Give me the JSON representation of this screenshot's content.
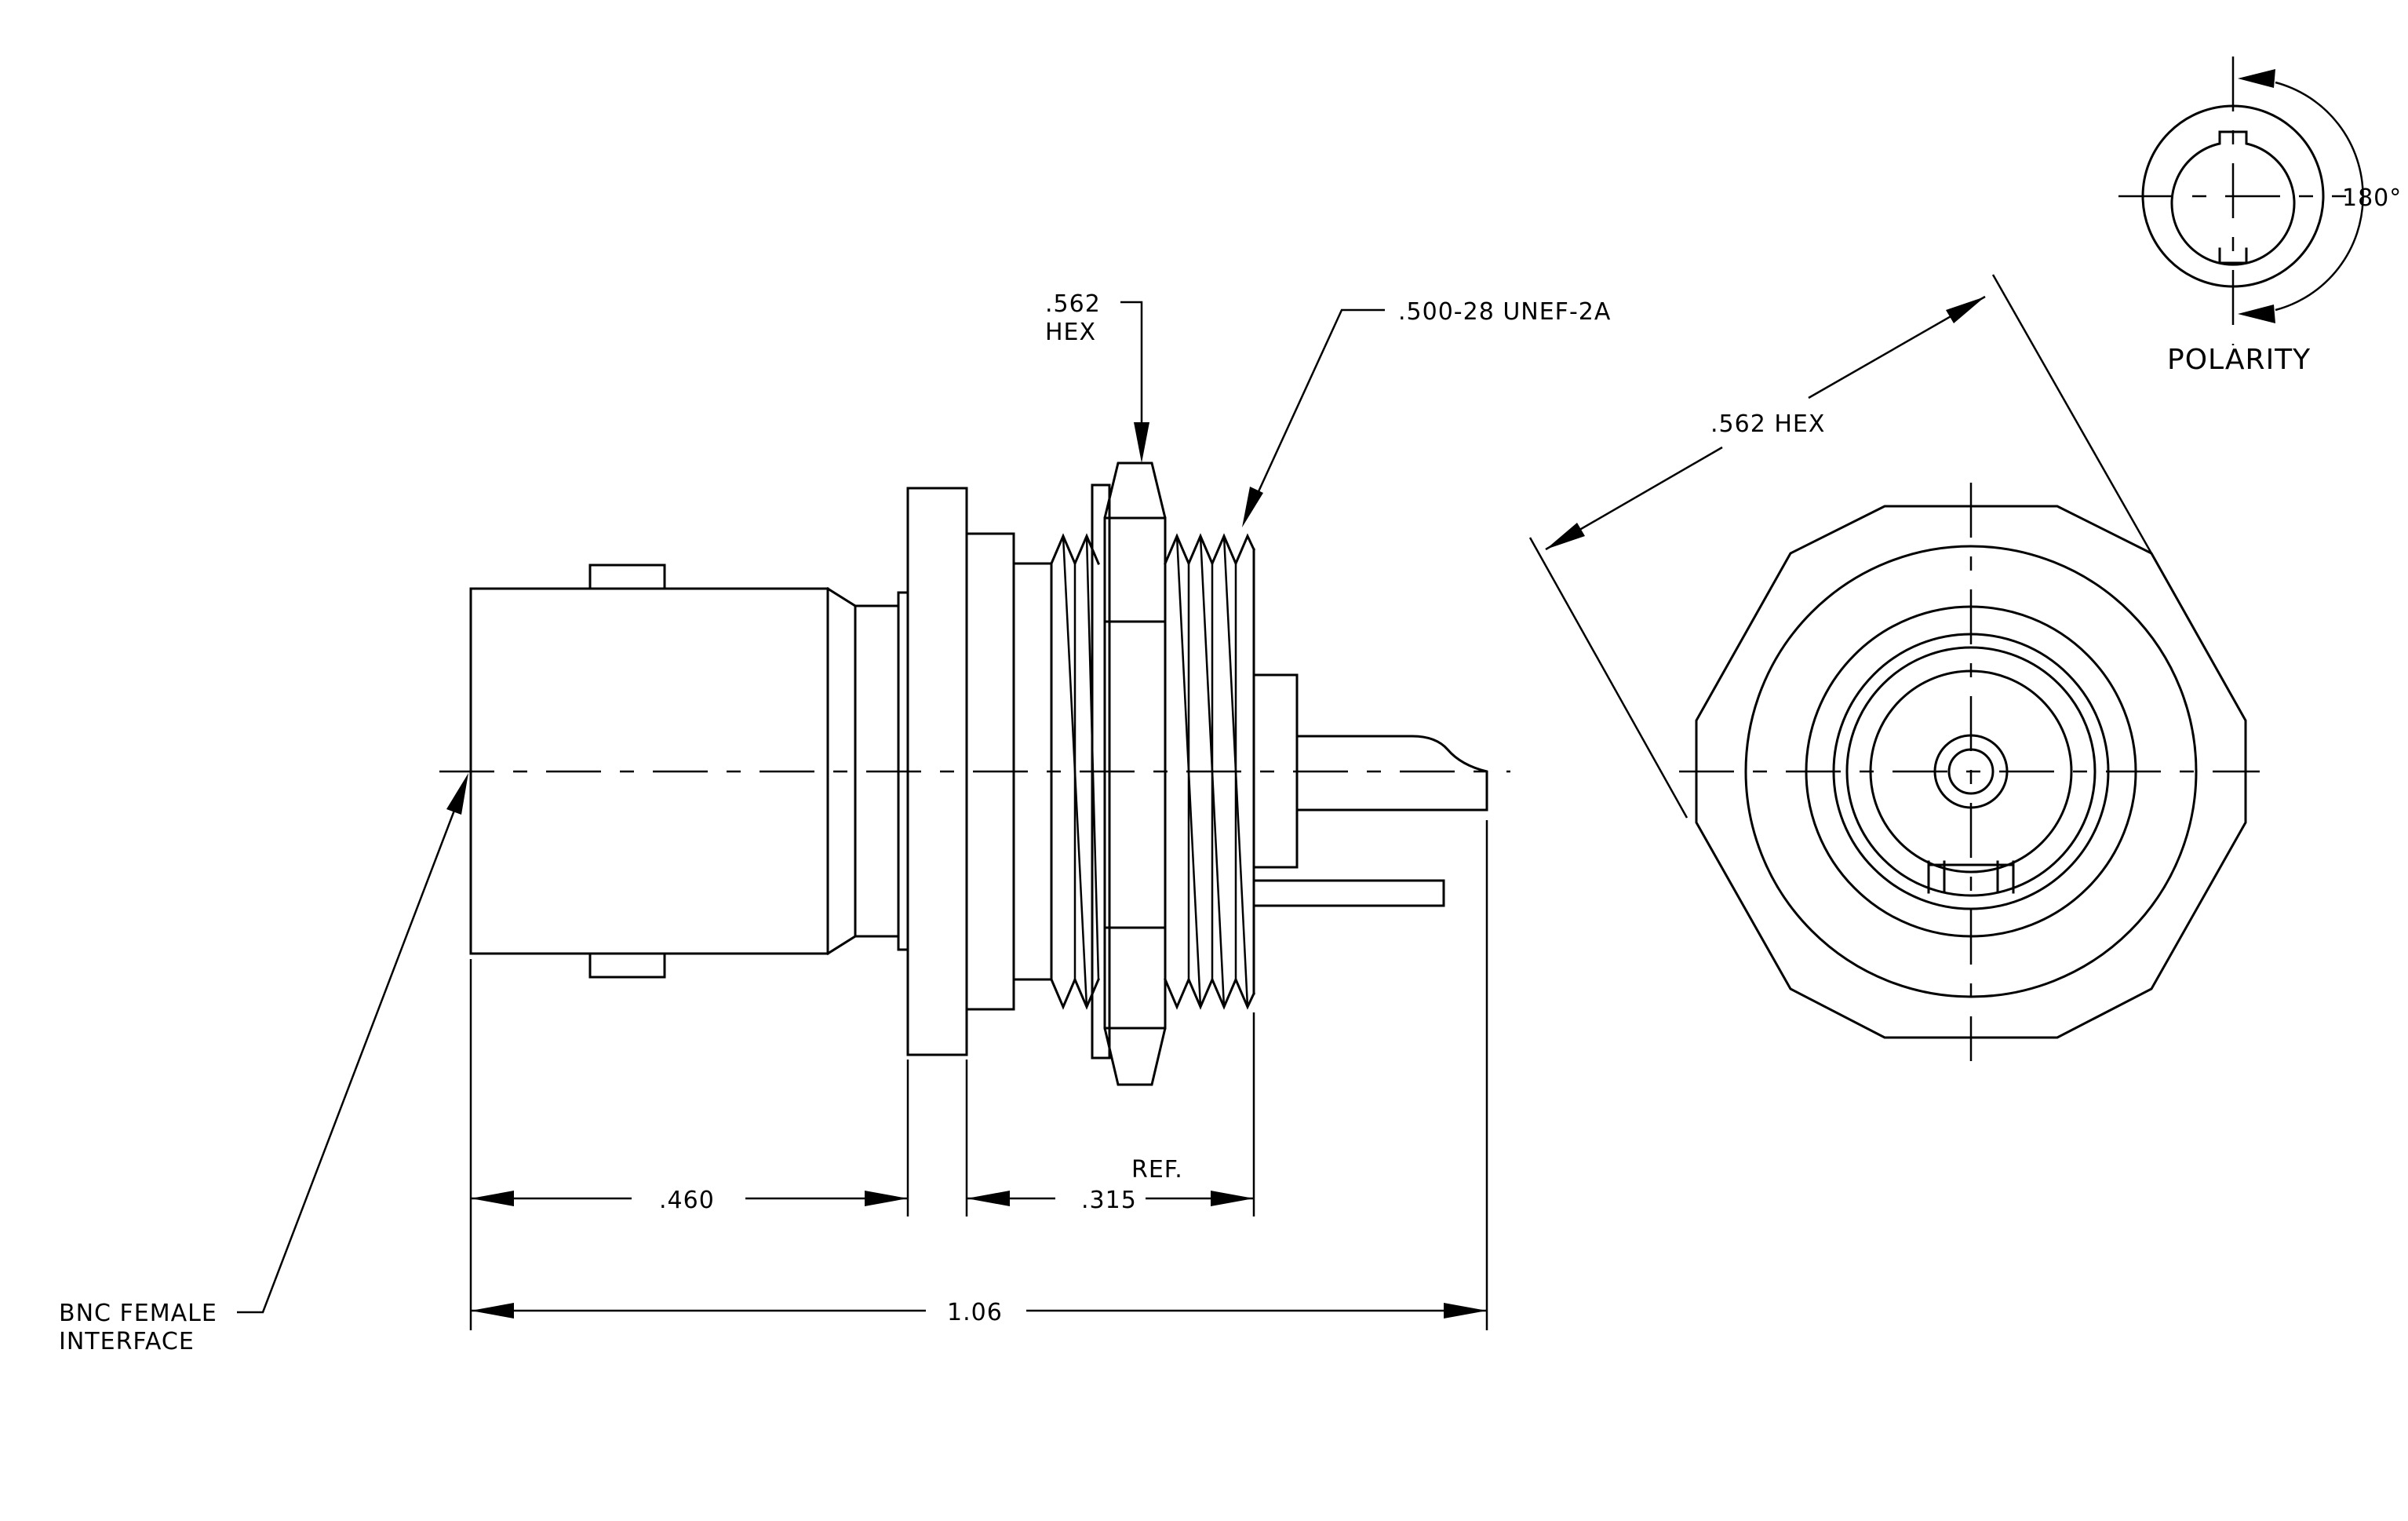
{
  "labels": {
    "hex_side_line1": ".562",
    "hex_side_line2": "HEX",
    "thread_spec": ".500-28 UNEF-2A",
    "hex_front": ".562 HEX",
    "polarity_angle": "180°",
    "polarity": "POLARITY",
    "interface_line1": "BNC FEMALE",
    "interface_line2": "INTERFACE",
    "ref": "REF.",
    "dim_460": ".460",
    "dim_315": ".315",
    "dim_106": "1.06"
  },
  "colors": {
    "ink": "#000000",
    "paper": "#ffffff"
  }
}
